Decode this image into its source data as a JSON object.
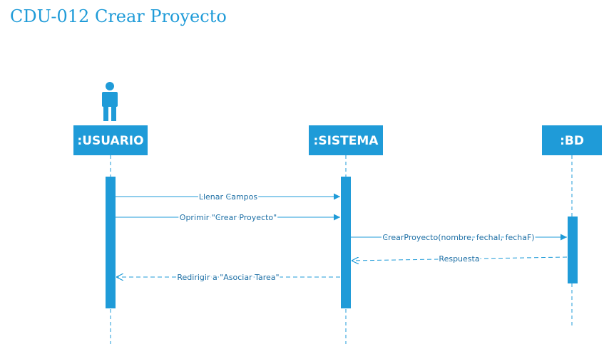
{
  "title": "CDU-012 Crear Proyecto",
  "colors": {
    "accent": "#1f9bd8",
    "message_text": "#1d6fa5",
    "background": "#ffffff"
  },
  "participants": [
    {
      "id": "usuario",
      "label": ":USUARIO",
      "kind": "actor"
    },
    {
      "id": "sistema",
      "label": ":SISTEMA",
      "kind": "object"
    },
    {
      "id": "bd",
      "label": ":BD",
      "kind": "object"
    }
  ],
  "messages": [
    {
      "from": "usuario",
      "to": "sistema",
      "label": "Llenar Campos",
      "style": "solid"
    },
    {
      "from": "usuario",
      "to": "sistema",
      "label": "Oprimir \"Crear Proyecto\"",
      "style": "solid"
    },
    {
      "from": "sistema",
      "to": "bd",
      "label": "CrearProyecto(nombre, fechaI, fechaF)",
      "style": "solid"
    },
    {
      "from": "bd",
      "to": "sistema",
      "label": "Respuesta",
      "style": "dashed"
    },
    {
      "from": "sistema",
      "to": "usuario",
      "label": "Redirigir a \"Asociar Tarea\"",
      "style": "dashed"
    }
  ]
}
